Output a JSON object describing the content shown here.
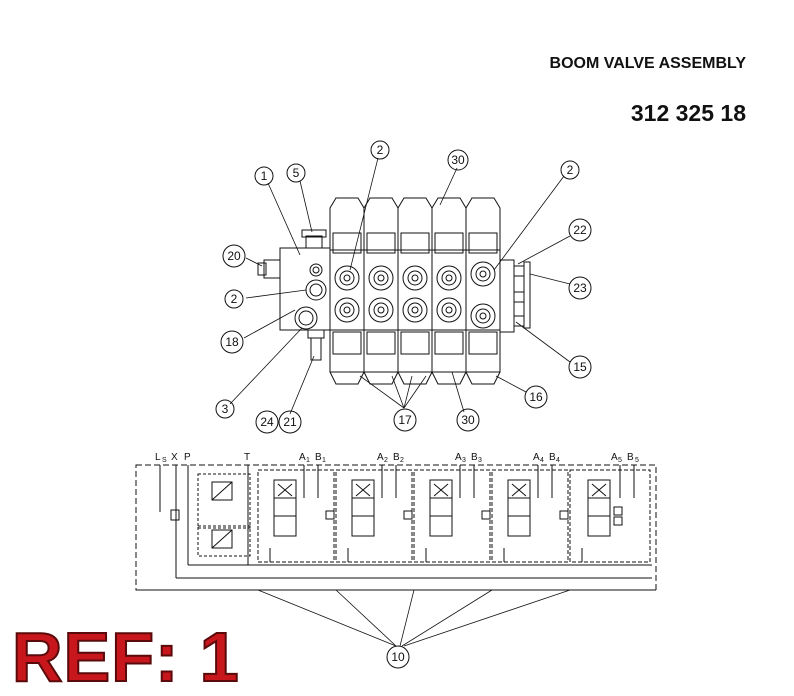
{
  "header": {
    "title": "BOOM VALVE ASSEMBLY",
    "part_number": "312 325 18"
  },
  "ref_label": "REF: 1",
  "callouts": [
    "1",
    "5",
    "2",
    "30",
    "2",
    "20",
    "22",
    "23",
    "2",
    "18",
    "15",
    "3",
    "16",
    "24",
    "21",
    "17",
    "30",
    "10"
  ],
  "ports": {
    "ls": "L",
    "ls_sub": "S",
    "x": "X",
    "p": "P",
    "t": "T",
    "a1": "A",
    "a1_sub": "1",
    "b1": "B",
    "b1_sub": "1",
    "a2": "A",
    "a2_sub": "2",
    "b2": "B",
    "b2_sub": "2",
    "a3": "A",
    "a3_sub": "3",
    "b3": "B",
    "b3_sub": "3",
    "a4": "A",
    "a4_sub": "4",
    "b4": "B",
    "b4_sub": "4",
    "a5": "A",
    "a5_sub": "5",
    "b5": "B",
    "b5_sub": "5"
  },
  "colors": {
    "ref": "#c8161d",
    "line": "#111111"
  }
}
